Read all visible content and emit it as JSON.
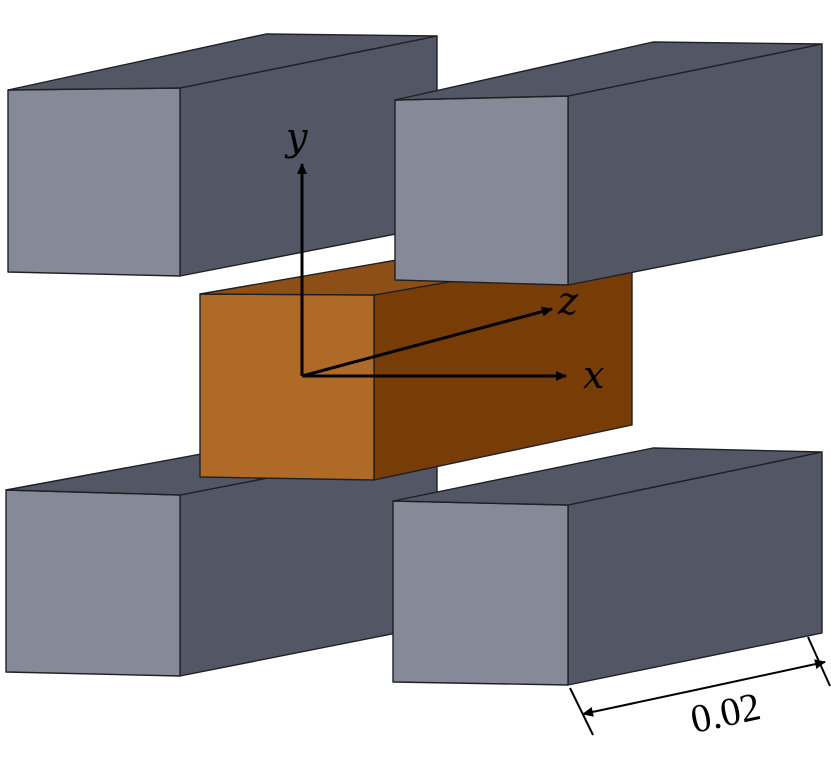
{
  "colors": {
    "magnet_light": "#868a98",
    "magnet_dark": "#535765",
    "copper_front": "#b06a28",
    "copper_side": "#783c06",
    "copper_top": "#8e4f16",
    "edge": "#1e2026"
  },
  "axes": {
    "x_label": "x",
    "y_label": "y",
    "z_label": "z"
  },
  "dimension": {
    "label": "0.02"
  }
}
